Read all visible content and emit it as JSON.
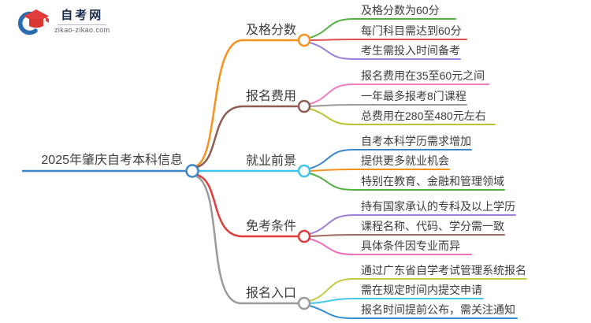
{
  "logo": {
    "site_name": "自考网",
    "domain": "zikao-zikao.com",
    "icon": "graduation-cap-with-blue-swoosh",
    "cap_color": "#e23c3c",
    "swoosh_color": "#2b6cb0"
  },
  "mindmap": {
    "central": {
      "label": "2025年肇庆自考本科信息",
      "color": "#3d85c8"
    },
    "branches": [
      {
        "label": "及格分数",
        "color": "#f5921e",
        "leaves": [
          {
            "text": "及格分数为60分",
            "color": "#52b043"
          },
          {
            "text": "每门科目需达到60分",
            "color": "#e05150"
          },
          {
            "text": "考生需投入时间备考",
            "color": "#9b7fd8"
          }
        ]
      },
      {
        "label": "报名费用",
        "color": "#8e5c52",
        "leaves": [
          {
            "text": "报名费用在35至60元之间",
            "color": "#f07cc2"
          },
          {
            "text": "一年最多报考8门课程",
            "color": "#9a9a9a"
          },
          {
            "text": "总费用在280至480元左右",
            "color": "#bac431"
          }
        ]
      },
      {
        "label": "就业前景",
        "color": "#3bc6ea",
        "leaves": [
          {
            "text": "自考本科学历需求增加",
            "color": "#3d85c8"
          },
          {
            "text": "提供更多就业机会",
            "color": "#f5921e"
          },
          {
            "text": "特别在教育、金融和管理领域",
            "color": "#52b043"
          }
        ]
      },
      {
        "label": "免考条件",
        "color": "#e03c3c",
        "leaves": [
          {
            "text": "持有国家承认的专科及以上学历",
            "color": "#9b7fd8"
          },
          {
            "text": "课程名称、代码、学分需一致",
            "color": "#a06a5e"
          },
          {
            "text": "具体条件因专业而异",
            "color": "#ef6eba"
          }
        ]
      },
      {
        "label": "报名入口",
        "color": "#9a9a9a",
        "leaves": [
          {
            "text": "通过广东省自学考试管理系统报名",
            "color": "#c3ca44"
          },
          {
            "text": "需在规定时间内提交申请",
            "color": "#45c8ea"
          },
          {
            "text": "报名时间提前公布，需关注通知",
            "color": "#338fd4"
          }
        ]
      }
    ]
  }
}
